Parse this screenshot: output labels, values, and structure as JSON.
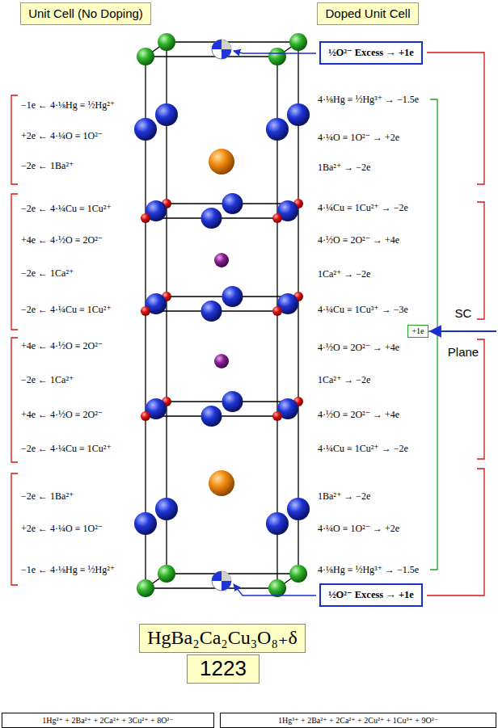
{
  "diagram": {
    "title": "HgBa₂Ca₂Cu₃O₈₊δ",
    "nodes": [
      {
        "text": [
          "Unit Cell (No Doping)"
        ]
      },
      {
        "text": [
          "Doped Unit Cell"
        ]
      },
      {
        "text": [
          "½O²⁻ Excess → +1e"
        ]
      },
      {
        "text": [
          "+1e"
        ]
      },
      {
        "text": [
          "½O²⁻ Excess → +1e"
        ]
      },
      {
        "text": [
          "HgBa₂Ca₂Cu₃O₈₊δ"
        ]
      },
      {
        "text": [
          "1223"
        ]
      },
      {
        "text": [
          "1Hg²⁺ + 2Ba²⁺ + 2Ca²⁺ + 3Cu²⁺ + 8O²⁻"
        ]
      },
      {
        "text": [
          "1Hg³⁺ + 2Ba²⁺ + 2Ca²⁺ + 2Cu²⁺ + 1Cu³⁺ + 9O²⁻"
        ]
      }
    ],
    "labels": [
      "−1e ← 4·⅛Hg ≡ ½Hg²⁺",
      "+2e ← 4·¼O ≡ 1O²⁻",
      "−2e ← 1Ba²⁺",
      "−2e ← 4·¼Cu ≡ 1Cu²⁺",
      "+4e ← 4·½O ≡ 2O²⁻",
      "−2e ← 1Ca²⁺",
      "−2e ← 4·¼Cu ≡ 1Cu²⁺",
      "+4e ← 4·½O ≡ 2O²⁻",
      "−2e ← 1Ca²⁺",
      "+4e ← 4·½O ≡ 2O²⁻",
      "−2e ← 4·¼Cu ≡ 1Cu²⁺",
      "−2e ← 1Ba²⁺",
      "+2e ← 4·¼O ≡ 1O²⁻",
      "−1e ← 4·⅛Hg ≡ ½Hg²⁺",
      "4·⅛Hg ≡ ½Hg³⁺ → −1.5e",
      "4·¼O ≡ 1O²⁻ → +2e",
      "1Ba²⁺ → −2e",
      "4·¼Cu ≡ 1Cu²⁺ → −2e",
      "4·½O ≡ 2O²⁻ → +4e",
      "1Ca²⁺ → −2e",
      "4·¼Cu ≡ 1Cu³⁺ → −3e",
      "4·½O ≡ 2O²⁻ → +4e",
      "1Ca²⁺ → −2e",
      "4·½O ≡ 2O²⁻ → +4e",
      "4·¼Cu ≡ 1Cu²⁺ → −2e",
      "1Ba²⁺ → −2e",
      "4·¼O ≡ 1O²⁻ → +2e",
      "4·⅛Hg ≡ ½Hg³⁺ → −1.5e",
      "SC Plane"
    ]
  }
}
